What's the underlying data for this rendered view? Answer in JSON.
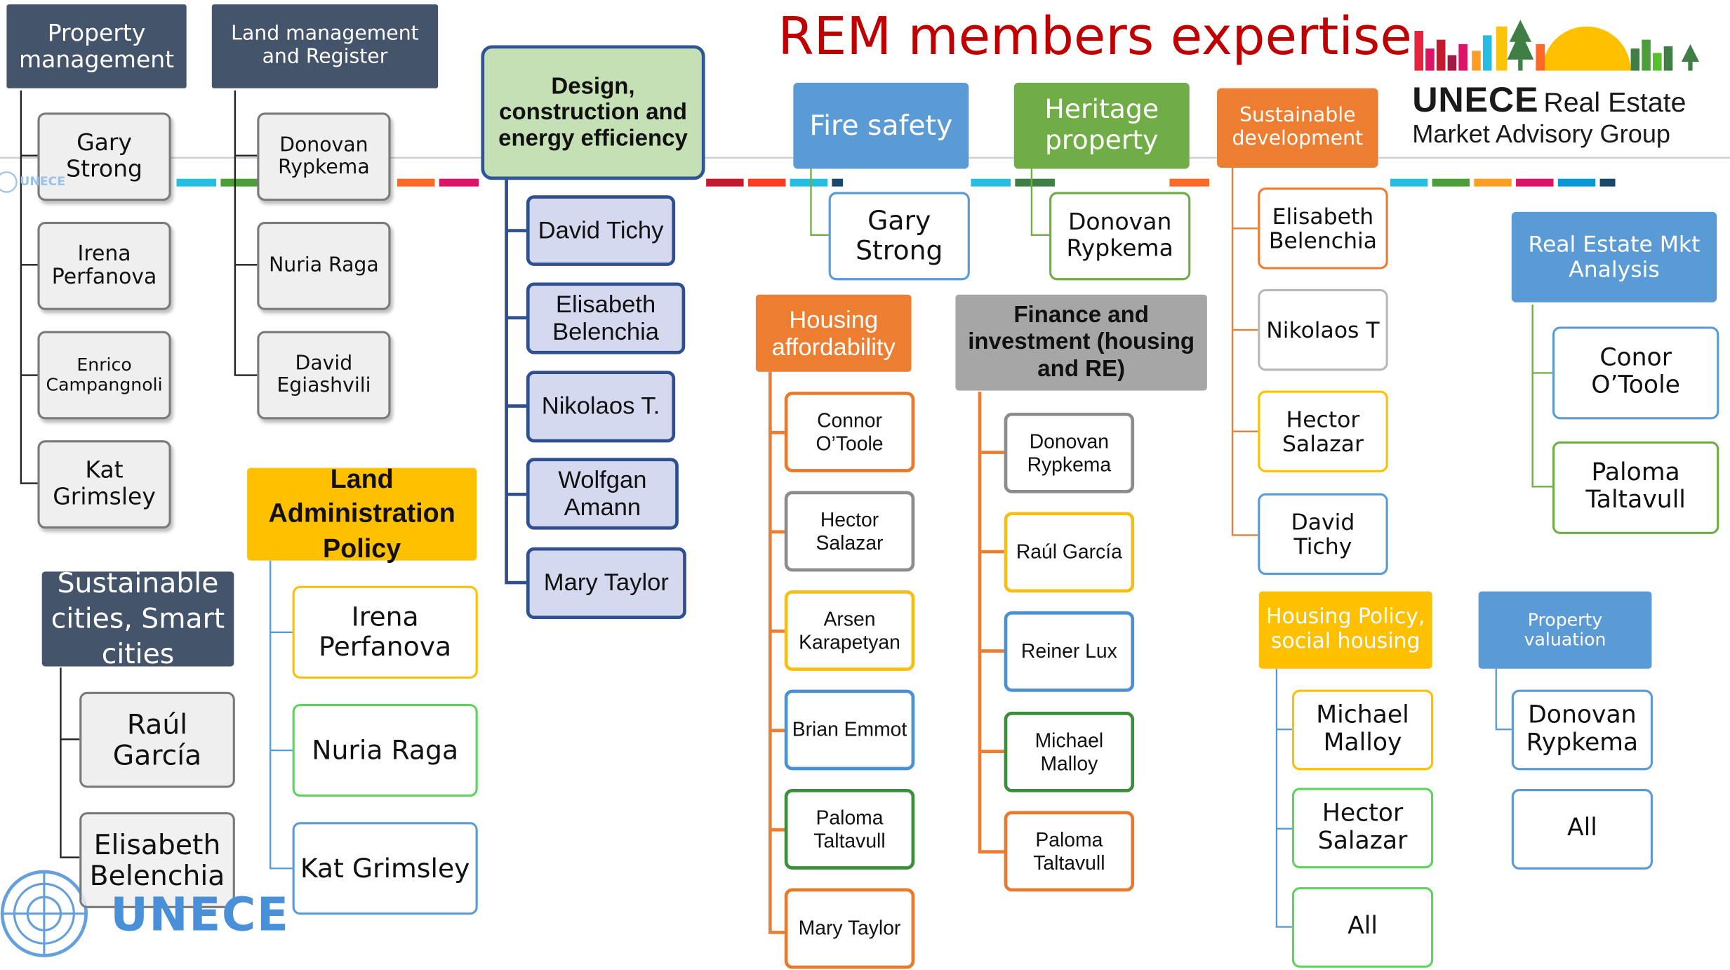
{
  "title": "REM members expertise",
  "logo": {
    "line1_bold": "UNECE",
    "line1_rest": "Real Estate",
    "line2": "Market Advisory Group"
  },
  "watermark": {
    "text": "UNECE",
    "small_text": "UNECE"
  },
  "columns": {
    "property_management": {
      "header": "Property management",
      "members": [
        "Gary Strong",
        "Irena Perfanova",
        "Enrico Campangnoli",
        "Kat Grimsley"
      ]
    },
    "land_management": {
      "header": "Land management and Register",
      "members": [
        "Donovan Rypkema",
        "Nuria Raga",
        "David Egiashvili"
      ]
    },
    "design": {
      "header": "Design, construction and energy efficiency",
      "members": [
        "David Tichy",
        "Elisabeth Belenchia",
        "Nikolaos T.",
        "Wolfgan Amann",
        "Mary Taylor"
      ]
    },
    "fire_safety": {
      "header": "Fire safety",
      "members": [
        "Gary Strong"
      ]
    },
    "heritage": {
      "header": "Heritage property",
      "members": [
        "Donovan Rypkema"
      ]
    },
    "sustainable_development": {
      "header": "Sustainable development",
      "members": [
        "Elisabeth Belenchia",
        "Nikolaos T",
        "Hector Salazar",
        "David Tichy"
      ]
    },
    "real_estate_mkt": {
      "header": "Real Estate Mkt Analysis",
      "members": [
        "Conor O’Toole",
        "Paloma Taltavull"
      ]
    },
    "housing_affordability": {
      "header": "Housing affordability",
      "members": [
        "Connor O’Toole",
        "Hector Salazar",
        "Arsen Karapetyan",
        "Brian Emmot",
        "Paloma Taltavull",
        "Mary Taylor"
      ]
    },
    "finance": {
      "header": "Finance and investment (housing and RE)",
      "members": [
        "Donovan Rypkema",
        "Raúl García",
        "Reiner Lux",
        "Michael Malloy",
        "Paloma Taltavull"
      ]
    },
    "land_admin": {
      "header": "Land Administration Policy",
      "members": [
        "Irena Perfanova",
        "Nuria Raga",
        "Kat Grimsley"
      ]
    },
    "sustainable_cities": {
      "header": "Sustainable cities, Smart cities",
      "members": [
        "Raúl García",
        "Elisabeth Belenchia"
      ]
    },
    "housing_policy": {
      "header": "Housing Policy, social housing",
      "members": [
        "Michael Malloy",
        "Hector Salazar",
        "All"
      ]
    },
    "property_valuation": {
      "header": "Property valuation",
      "members": [
        "Donovan Rypkema",
        "All"
      ]
    }
  },
  "colors": {
    "title_red": "#c00000",
    "dark_slate": "#44546a",
    "design_green": "#c5e0b4",
    "design_border": "#2f5597",
    "fire_blue": "#5b9bd5",
    "heritage_green": "#70ad47",
    "orange": "#ed7d31",
    "gray_header": "#a6a6a6",
    "yellow": "#ffc000",
    "unece_blue": "#4a90d9"
  }
}
